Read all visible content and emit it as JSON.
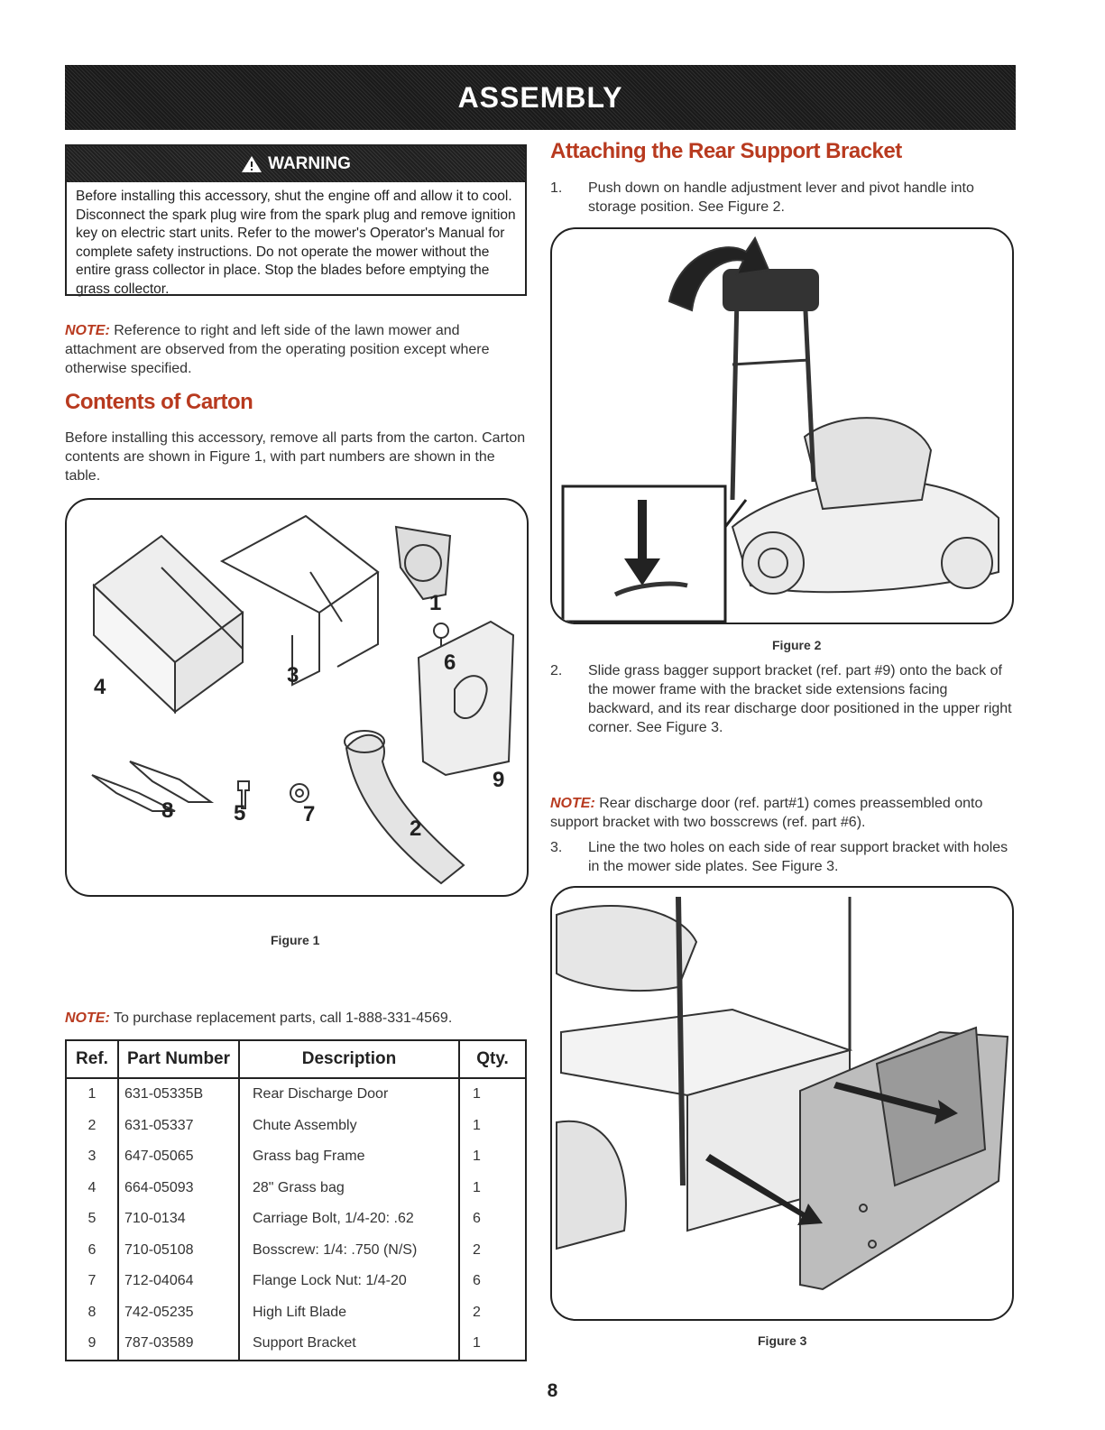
{
  "header": {
    "title": "ASSEMBLY"
  },
  "warning": {
    "title": "WARNING",
    "text": "Before installing this accessory, shut the engine off and allow it to cool. Disconnect the spark plug wire from the spark plug and remove ignition key on electric start units. Refer to the mower's Operator's Manual for complete safety instructions. Do not operate the mower without the entire grass collector in place. Stop the blades before emptying the grass collector."
  },
  "note1": {
    "label": "NOTE:",
    "text": "Reference to right and left side of the lawn mower and attachment are observed from the operating position except where otherwise specified."
  },
  "contents": {
    "heading": "Contents of Carton",
    "text": "Before installing this accessory, remove all parts from the carton. Carton contents are shown in Figure 1, with part numbers are shown in the table."
  },
  "figure1": {
    "caption": "Figure 1",
    "callouts": [
      "1",
      "2",
      "3",
      "4",
      "5",
      "6",
      "7",
      "8",
      "9"
    ]
  },
  "note2": {
    "label": "NOTE:",
    "text": "To purchase replacement parts, call 1-888-331-4569."
  },
  "parts_table": {
    "headers": [
      "Ref.",
      "Part Number",
      "Description",
      "Qty."
    ],
    "rows": [
      [
        "1",
        "631-05335B",
        "Rear Discharge Door",
        "1"
      ],
      [
        "2",
        "631-05337",
        "Chute Assembly",
        "1"
      ],
      [
        "3",
        "647-05065",
        "Grass bag Frame",
        "1"
      ],
      [
        "4",
        "664-05093",
        "28\" Grass bag",
        "1"
      ],
      [
        "5",
        "710-0134",
        "Carriage Bolt, 1/4-20: .62",
        "6"
      ],
      [
        "6",
        "710-05108",
        "Bosscrew: 1/4: .750 (N/S)",
        "2"
      ],
      [
        "7",
        "712-04064",
        "Flange Lock Nut: 1/4-20",
        "6"
      ],
      [
        "8",
        "742-05235",
        "High Lift Blade",
        "2"
      ],
      [
        "9",
        "787-03589",
        "Support Bracket",
        "1"
      ]
    ]
  },
  "rear_bracket": {
    "heading": "Attaching the Rear Support Bracket",
    "step1": {
      "num": "1.",
      "text": "Push down on handle adjustment lever and pivot handle into storage position. See Figure 2."
    },
    "figure2_caption": "Figure 2",
    "step2": {
      "num": "2.",
      "text": "Slide grass bagger support bracket (ref. part #9) onto the back of the mower frame with the bracket side extensions facing backward, and its rear discharge door positioned in the upper right corner. See Figure 3."
    },
    "note": {
      "label": "NOTE:",
      "text": "Rear discharge door (ref. part#1) comes preassembled onto support bracket with two bosscrews (ref. part #6)."
    },
    "step3": {
      "num": "3.",
      "text": "Line the two holes on each side of rear support bracket with holes in the mower side plates. See Figure 3."
    },
    "figure3_caption": "Figure 3"
  },
  "page_number": "8"
}
